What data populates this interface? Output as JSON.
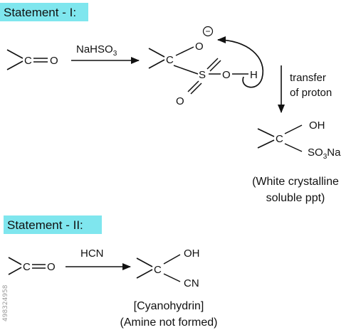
{
  "statement1": {
    "label": "Statement - I:",
    "reactant": {
      "c": "C",
      "o": "O"
    },
    "reagent_main": "NaHSO",
    "reagent_sub": "3",
    "intermediate": {
      "c": "C",
      "o_minus": "O",
      "charge": "−",
      "s": "S",
      "o_h": "O",
      "h": "H",
      "o_bottom": "O"
    },
    "transfer_line1": "transfer",
    "transfer_line2": "of proton",
    "product": {
      "c": "C",
      "oh": "OH",
      "so3_a": "SO",
      "so3_sub": "3",
      "so3_b": "Na"
    },
    "product_note_line1": "(White crystalline",
    "product_note_line2": "soluble ppt)"
  },
  "statement2": {
    "label": "Statement - II:",
    "reactant": {
      "c": "C",
      "o": "O"
    },
    "reagent": "HCN",
    "product": {
      "c": "C",
      "oh": "OH",
      "cn": "CN"
    },
    "note_line1": "[Cyanohydrin]",
    "note_line2": "(Amine not formed)"
  },
  "watermark": {
    "id_text": "498324958"
  },
  "colors": {
    "label_bg": "#7fe6ee",
    "ink": "#111111"
  }
}
